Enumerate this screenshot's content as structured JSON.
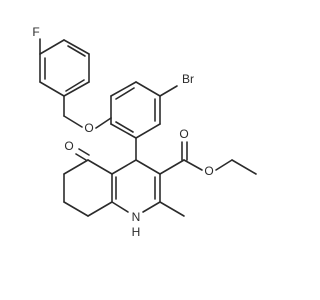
{
  "atoms": {
    "F": "F",
    "Br": "Br",
    "O_ether": "O",
    "O_ketone": "O",
    "O_carbonyl": "O",
    "O_ester": "O",
    "N": "N",
    "H": "H"
  }
}
